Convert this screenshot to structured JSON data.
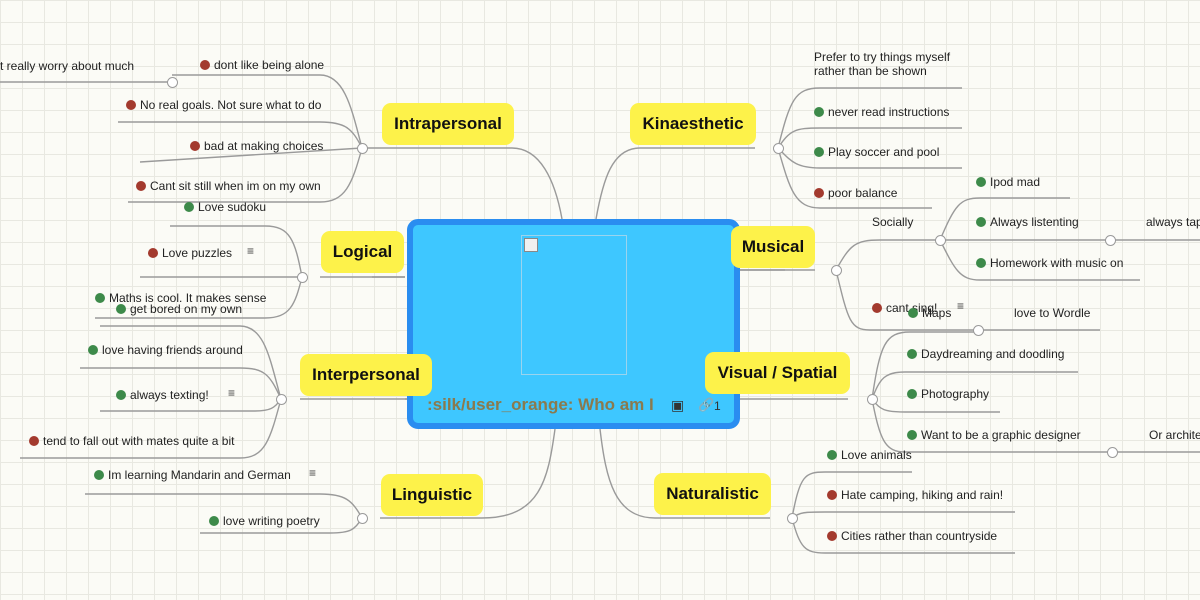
{
  "center": {
    "title": ":silk/user_orange: Who am I",
    "link_count": "1"
  },
  "topics": {
    "intrapersonal": "Intrapersonal",
    "logical": "Logical",
    "interpersonal": "Interpersonal",
    "linguistic": "Linguistic",
    "kinaesthetic": "Kinaesthetic",
    "musical": "Musical",
    "visual": "Visual / Spatial",
    "naturalistic": "Naturalistic"
  },
  "leaves": {
    "worry": "t really worry about much",
    "alone": "dont like being alone",
    "goals": "No real goals. Not sure what to do",
    "choices": "bad at making choices",
    "sitstill": "Cant sit still when im on my own",
    "sudoku": "Love sudoku",
    "puzzles": "Love puzzles",
    "maths": "Maths is cool. It makes sense",
    "bored": "get bored on my own",
    "friends": "love having friends around",
    "texting": "always texting!",
    "fallout": "tend to fall out with mates quite a bit",
    "mandarin": "Im learning Mandarin and German",
    "poetry": "love writing poetry",
    "try_l1": "Prefer to try things myself",
    "try_l2": "rather than be shown",
    "instructions": "never read instructions",
    "soccer": "Play soccer and pool",
    "balance": "poor balance",
    "socially": "Socially",
    "ipod": "Ipod mad",
    "listening": "Always listenting",
    "tap": "always tap",
    "homework": "Homework with music on",
    "cantsing": "cant sing!",
    "maps": "Maps",
    "wordle": "love to Wordle",
    "daydream": "Daydreaming and doodling",
    "photo": "Photography",
    "designer": "Want to be a graphic designer",
    "architect": "Or archite",
    "animals": "Love animals",
    "camping": "Hate camping, hiking and rain!",
    "cities": "Cities rather than countryside"
  },
  "colors": {
    "positive": "#3d8a4a",
    "negative": "#a33a2e",
    "topic_bg": "#fdf24a",
    "center_bg": "#3ec7ff",
    "center_border": "#2a8df0",
    "line": "#9a9a9a"
  },
  "icons": {
    "note": "note-icon",
    "image": "image-icon",
    "link": "link-icon"
  }
}
